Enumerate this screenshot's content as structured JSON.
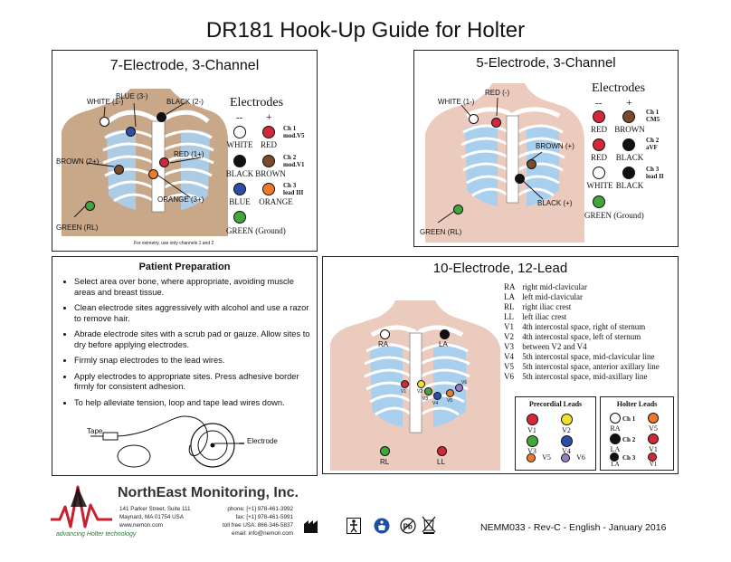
{
  "page_title": "DR181 Hook-Up Guide for Holter",
  "p7": {
    "title": "7-Electrode, 3-Channel",
    "labels": {
      "white": "WHITE (1-)",
      "blue": "BLUE (3-)",
      "black": "BLACK (2-)",
      "brown": "BROWN (2+)",
      "red": "RED (1+)",
      "orange": "ORANGE (3+)",
      "green": "GREEN (RL)"
    },
    "footnote": "For oximetry, use only channels 1 and 2",
    "legend": {
      "title": "Electrodes",
      "minus": "--",
      "plus": "+",
      "rows": [
        {
          "neg": "WHITE",
          "pos": "RED",
          "ch": "Ch 1",
          "lead": "mod.V5"
        },
        {
          "neg": "BLACK",
          "pos": "BROWN",
          "ch": "Ch 2",
          "lead": "mod.V1"
        },
        {
          "neg": "BLUE",
          "pos": "ORANGE",
          "ch": "Ch 3",
          "lead": "lead III"
        }
      ],
      "ground": "GREEN (Ground)"
    }
  },
  "p5": {
    "title": "5-Electrode, 3-Channel",
    "labels": {
      "white": "WHITE (1-)",
      "red": "RED (-)",
      "brown": "BROWN (+)",
      "black": "BLACK (+)",
      "green": "GREEN (RL)"
    },
    "legend": {
      "title": "Electrodes",
      "minus": "--",
      "plus": "+",
      "rows": [
        {
          "neg": "RED",
          "pos": "BROWN",
          "ch": "Ch 1",
          "lead": "CM5"
        },
        {
          "neg": "RED",
          "pos": "BLACK",
          "ch": "Ch 2",
          "lead": "aVF"
        },
        {
          "neg": "WHITE",
          "pos": "BLACK",
          "ch": "Ch 3",
          "lead": "lead II"
        }
      ],
      "ground": "GREEN (Ground)"
    }
  },
  "prep": {
    "title": "Patient Preparation",
    "steps": [
      "Select area over bone, where appropriate, avoiding muscle areas and breast tissue.",
      "Clean electrode sites aggressively with alcohol and use a razor to remove hair.",
      "Abrade electrode sites with a scrub pad or gauze.  Allow sites to dry before applying electrodes.",
      "Firmly snap electrodes to the lead wires.",
      "Apply electrodes to appropriate sites.  Press adhesive border firmly for consistent adhesion.",
      "To help alleviate tension, loop and tape lead wires down."
    ],
    "tape_label": "Tape",
    "electrode_label": "Electrode"
  },
  "p10": {
    "title": "10-Electrode, 12-Lead",
    "body_labels": {
      "ra": "RA",
      "la": "LA",
      "rl": "RL",
      "ll": "LL",
      "v1": "V1",
      "v2": "V2",
      "v3": "V3",
      "v4": "V4",
      "v5": "V5",
      "v6": "V6"
    },
    "defs": [
      {
        "code": "RA",
        "text": "right mid-clavicular"
      },
      {
        "code": "LA",
        "text": "left mid-clavicular"
      },
      {
        "code": "RL",
        "text": "right iliac crest"
      },
      {
        "code": "LL",
        "text": "left iliac crest"
      },
      {
        "code": "V1",
        "text": "4th intercostal space, right of sternum"
      },
      {
        "code": "V2",
        "text": "4th intercostal space, left of sternum"
      },
      {
        "code": "V3",
        "text": "between V2 and V4"
      },
      {
        "code": "V4",
        "text": "5th intercostal space, mid-clavicular line"
      },
      {
        "code": "V5",
        "text": "5th intercostal space, anterior axillary line"
      },
      {
        "code": "V6",
        "text": "5th intercostal space, mid-axillary line"
      }
    ],
    "precordial": {
      "title": "Precordial Leads",
      "items": [
        "V1",
        "V2",
        "V3",
        "V4",
        "V5",
        "V6"
      ]
    },
    "holter": {
      "title": "Holter Leads",
      "rows": [
        {
          "ch": "Ch 1",
          "neg": "RA",
          "pos": "V5"
        },
        {
          "ch": "Ch 2",
          "neg": "LA",
          "pos": "V1"
        },
        {
          "ch": "Ch 3",
          "neg": "LA",
          "pos": "V1"
        }
      ]
    }
  },
  "company": {
    "name": "NorthEast Monitoring, Inc.",
    "tagline": "advancing Holter technology",
    "address1": "141 Parker Street, Suite 111",
    "address2": "Maynard, MA  01754  USA",
    "web": "www.nemon.com",
    "phone": "phone: [+1] 978-461-3992",
    "fax": "fax: [+1] 978-461-5991",
    "tollfree": "toll free USA: 866-346-5837",
    "email": "email: info@nemon.com",
    "doc_code": "NEMM033 - Rev-C - English - January 2016"
  },
  "colors": {
    "white": "#ffffff",
    "red": "#d3283a",
    "black": "#111111",
    "brown": "#7a4a2a",
    "blue": "#2d4fa3",
    "orange": "#ef7a2a",
    "green": "#43a63d",
    "yellow": "#f0e030",
    "purple": "#9a7bc9",
    "skin7": "#c9a789",
    "skin5": "#eccbbf",
    "lung": "#a9cfee",
    "logo_red": "#c8202e"
  }
}
